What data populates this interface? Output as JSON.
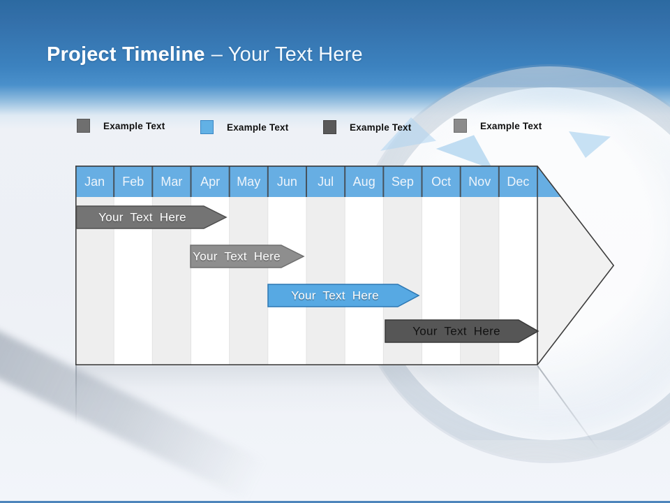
{
  "slide": {
    "title_bold": "Project Timeline",
    "title_light": "– Your Text Here"
  },
  "legend": {
    "items": [
      {
        "label": "Example Text",
        "color": "#6f6f6f"
      },
      {
        "label": "Example Text",
        "color": "#62b1e5"
      },
      {
        "label": "Example Text",
        "color": "#595959"
      },
      {
        "label": "Example Text",
        "color": "#8b8b8b"
      }
    ]
  },
  "chart_data": {
    "type": "gantt-timeline",
    "months": [
      "Jan",
      "Feb",
      "Mar",
      "Apr",
      "May",
      "Jun",
      "Jul",
      "Aug",
      "Sep",
      "Oct",
      "Nov",
      "Dec"
    ],
    "header_color": "#67aee3",
    "outline_color": "#3c3c3c",
    "stripe_colors": [
      "#eeeeee",
      "#ffffff"
    ],
    "arrow_shape": "right-pointing chart body, tip at vertical center",
    "bars": [
      {
        "label": "Your Text Here",
        "row": 1,
        "start_month": "Jan",
        "end_month": "Mar",
        "color": "#747474",
        "text_color": "#ffffff"
      },
      {
        "label": "Your Text Here",
        "row": 2,
        "start_month": "Apr",
        "end_month": "May",
        "color": "#8e8e8e",
        "text_color": "#ffffff"
      },
      {
        "label": "Your Text Here",
        "row": 3,
        "start_month": "Jun",
        "end_month": "Aug",
        "color": "#57a9e3",
        "text_color": "#fdfdfd"
      },
      {
        "label": "Your Text Here",
        "row": 4,
        "start_month": "Sep",
        "end_month": "Dec",
        "color": "#565656",
        "text_color": "#111111"
      }
    ]
  }
}
